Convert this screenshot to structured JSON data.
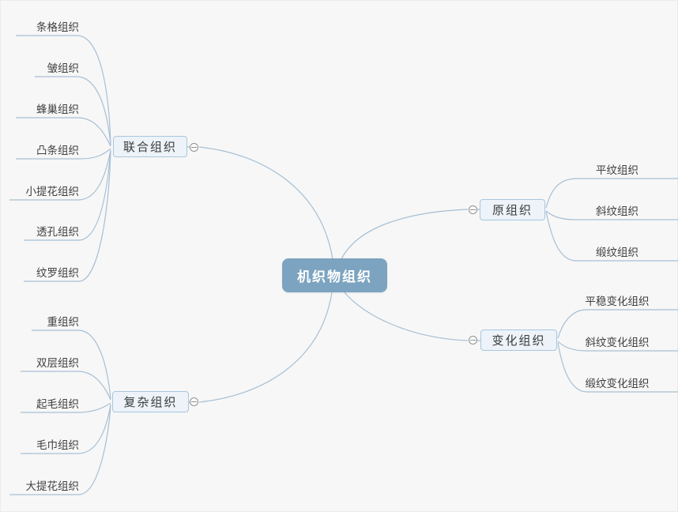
{
  "diagram": {
    "type": "mindmap",
    "root": {
      "label": "机织物组织"
    },
    "branches": [
      {
        "label": "联合组织",
        "side": "left-top",
        "collapse_state": "expanded",
        "children": [
          "条格组织",
          "皱组织",
          "蜂巢组织",
          "凸条组织",
          "小提花组织",
          "透孔组织",
          "纹罗组织"
        ]
      },
      {
        "label": "原组织",
        "side": "right-top",
        "collapse_state": "expanded",
        "children": [
          "平纹组织",
          "斜纹组织",
          "缎纹组织"
        ]
      },
      {
        "label": "变化组织",
        "side": "right-bottom",
        "collapse_state": "expanded",
        "children": [
          "平稳变化组织",
          "斜纹变化组织",
          "缎纹变化组织"
        ]
      },
      {
        "label": "复杂组织",
        "side": "left-bottom",
        "collapse_state": "expanded",
        "children": [
          "重组织",
          "双层组织",
          "起毛组织",
          "毛巾组织",
          "大提花组织"
        ]
      }
    ],
    "colors": {
      "background": "#f7f7f7",
      "root_fill": "#7ca4c0",
      "root_text": "#ffffff",
      "branch_fill": "#edf3f9",
      "branch_border": "#a9c6de",
      "line": "#a7bfd4",
      "text": "#3f3f3f",
      "collapse_border": "#8f8f8f"
    }
  }
}
